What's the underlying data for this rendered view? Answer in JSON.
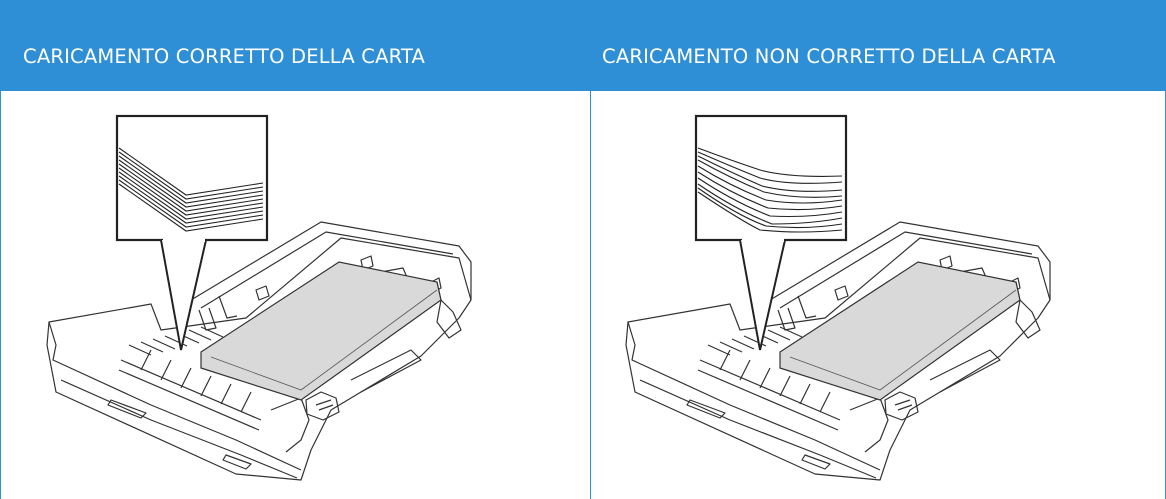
{
  "columns": [
    {
      "heading": "CARICAMENTO CORRETTO DELLA CARTA",
      "illustration": "paper-tray-correct-stack"
    },
    {
      "heading": "CARICAMENTO NON CORRETTO DELLA CARTA",
      "illustration": "paper-tray-curled-stack"
    }
  ],
  "colors": {
    "header_bg": "#2e8fd6",
    "header_text": "#ffffff",
    "line": "#333333",
    "paper": "#d9d9d9"
  }
}
